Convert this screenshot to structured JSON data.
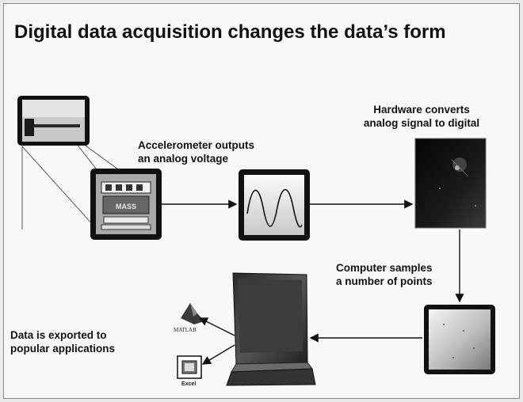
{
  "title": "Digital data acquisition changes the data’s form",
  "steps": {
    "accelerometer": {
      "line1": "Accelerometer outputs",
      "line2": "an analog voltage"
    },
    "hardware": {
      "line1": "Hardware converts",
      "line2": "analog signal to digital"
    },
    "computer": {
      "line1": "Computer samples",
      "line2": "a number of points"
    },
    "export": {
      "line1": "Data is exported to",
      "line2": "popular applications"
    }
  },
  "device_label": "MASS",
  "apps": {
    "matlab": "MATLAB",
    "excel": "Excel"
  }
}
